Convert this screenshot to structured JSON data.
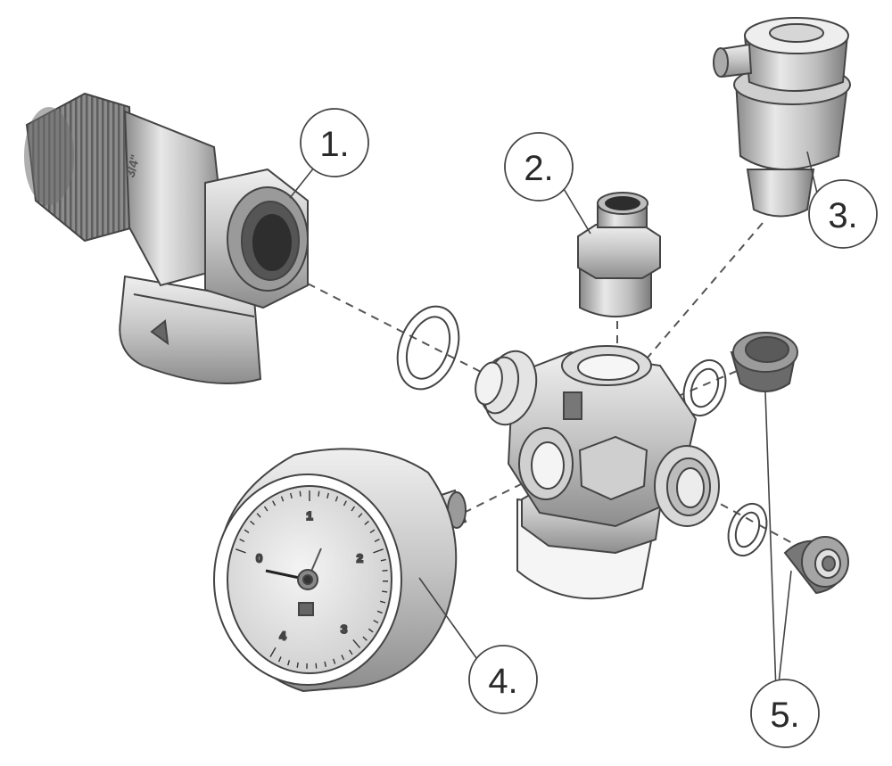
{
  "callouts": [
    {
      "id": "1",
      "label": "1."
    },
    {
      "id": "2",
      "label": "2."
    },
    {
      "id": "3",
      "label": "3."
    },
    {
      "id": "4",
      "label": "4."
    },
    {
      "id": "5",
      "label": "5."
    }
  ],
  "gauge": {
    "scale": [
      "0",
      "1",
      "2",
      "3",
      "4"
    ]
  },
  "valve_stamp": "3/4\"",
  "colors": {
    "metal_light": "#e6e6e6",
    "metal_mid": "#b9b9b9",
    "metal_dark": "#7a7a7a",
    "outline": "#444444",
    "dash": "#555555"
  }
}
